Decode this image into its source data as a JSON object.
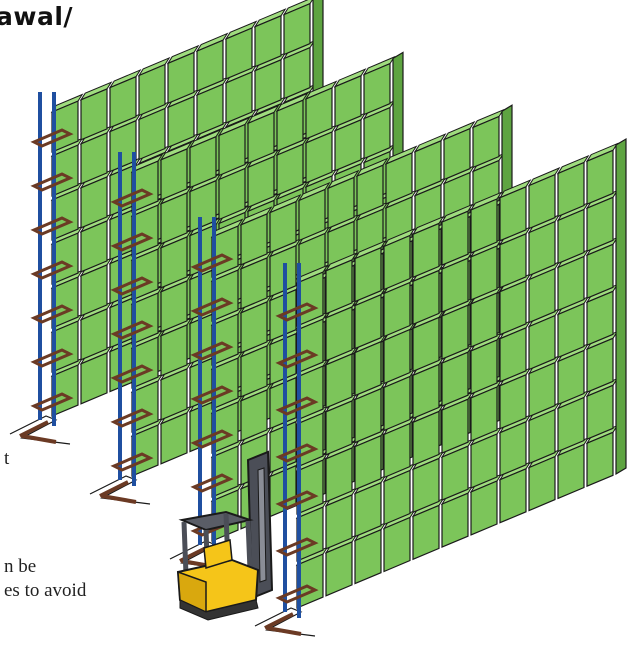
{
  "heading": {
    "text": "awal/"
  },
  "body_text": {
    "fragment_1": "t",
    "fragment_2": "n be",
    "fragment_3": "es to avoid"
  },
  "illustration": {
    "subject": "drive-in pallet racking with forklift",
    "colors": {
      "pallet_load": "#7cc55a",
      "pallet_load_dark": "#5ea441",
      "upright": "#1f4fa0",
      "rail": "#6b3a24",
      "forklift_body": "#f5c519",
      "forklift_mast": "#4b4e57",
      "outline": "#1a1a1a"
    },
    "rack_levels": 7,
    "rack_blocks": 4,
    "forklift_icon": "reach-truck-icon"
  }
}
